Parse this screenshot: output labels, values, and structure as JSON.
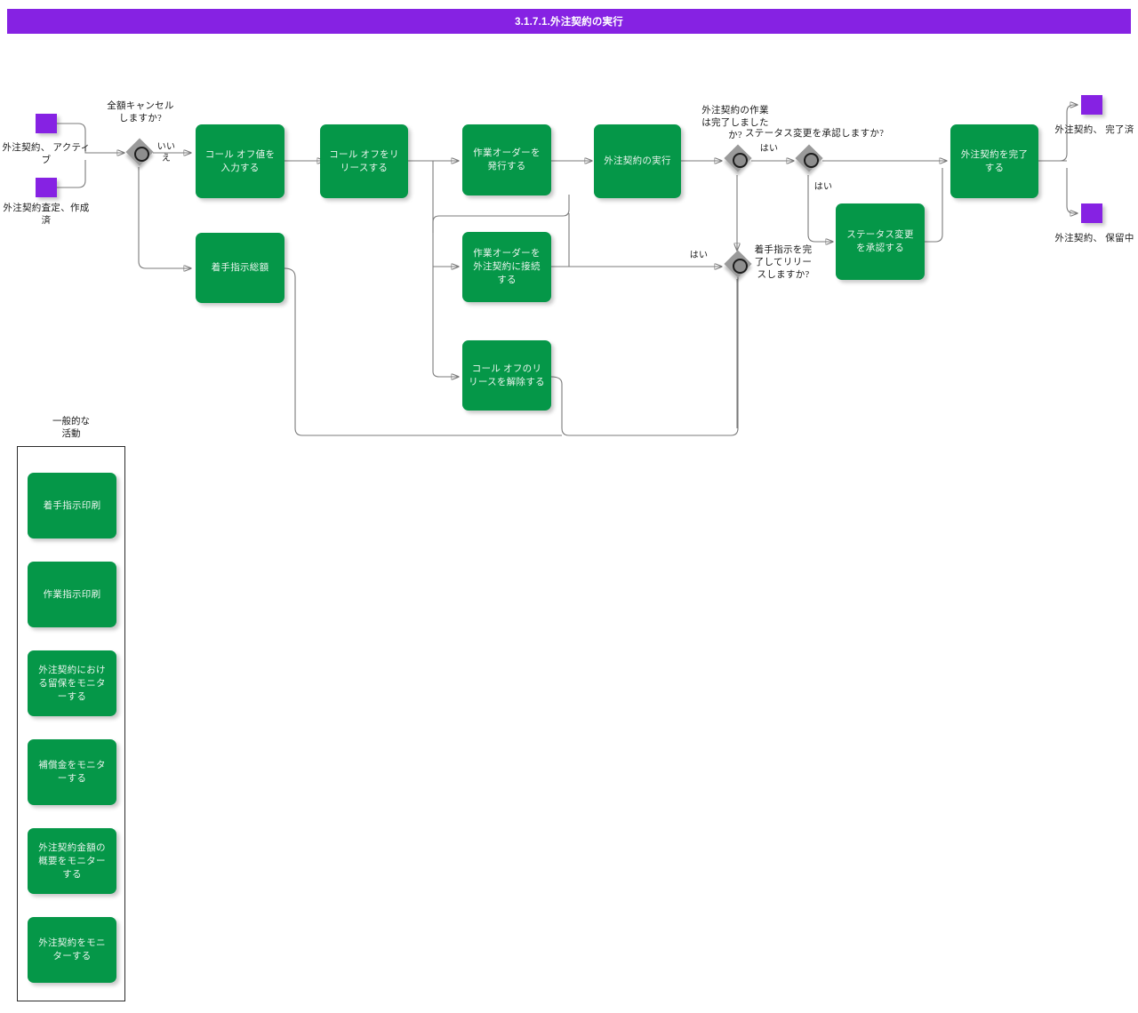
{
  "header": {
    "title": "3.1.7.1.外注契約の実行",
    "bar_color": "#8622E3",
    "text_color": "#ffffff"
  },
  "theme": {
    "task_fill": "#059748",
    "task_text": "#eaf5ee",
    "event_fill": "#8622E3",
    "gateway_fill": "#9a9a9a",
    "connector": "#7b7b7b",
    "label_text": "#1a1a1a",
    "panel_border": "#2b2b2b",
    "page_background": "#ffffff"
  },
  "diagram": {
    "type": "bpmn-flowchart",
    "start_events": [
      {
        "id": "start-active",
        "label": "外注契約、 アクティブ"
      },
      {
        "id": "start-assessed",
        "label": "外注契約査定、作成済"
      }
    ],
    "end_events": [
      {
        "id": "end-completed",
        "label": "外注契約、 完了済"
      },
      {
        "id": "end-onhold",
        "label": "外注契約、 保留中"
      }
    ],
    "gateways": [
      {
        "id": "gw-cancel-all",
        "label": "全額キャンセルしますか?"
      },
      {
        "id": "gw-work-complete",
        "label": "外注契約の作業は完了しましたか?"
      },
      {
        "id": "gw-approve-status",
        "label": "ステータス変更を承認しますか?"
      },
      {
        "id": "gw-complete-release",
        "label": "着手指示を完了してリリースしますか?"
      }
    ],
    "tasks": [
      {
        "id": "task-enter-calloff",
        "label": "コール オフ値を入力する"
      },
      {
        "id": "task-start-total",
        "label": "着手指示総額"
      },
      {
        "id": "task-release-calloff",
        "label": "コール オフをリリースする"
      },
      {
        "id": "task-issue-workorder",
        "label": "作業オーダーを発行する"
      },
      {
        "id": "task-connect-workorder",
        "label": "作業オーダーを外注契約に接続する"
      },
      {
        "id": "task-unrelease-calloff",
        "label": "コール オフのリリースを解除する"
      },
      {
        "id": "task-execute-contract",
        "label": "外注契約の実行"
      },
      {
        "id": "task-approve-status",
        "label": "ステータス変更を承認する"
      },
      {
        "id": "task-complete-contract",
        "label": "外注契約を完了する"
      }
    ],
    "flow_labels": {
      "no_cancel": "いいえ",
      "yes_work_complete": "はい",
      "yes_approve": "はい",
      "yes_release": "はい"
    }
  },
  "panel": {
    "title": "一般的な\n活動",
    "title_line1": "一般的な",
    "title_line2": "活動",
    "items": [
      {
        "id": "activity-print-start-order",
        "label": "着手指示印刷"
      },
      {
        "id": "activity-print-work-order",
        "label": "作業指示印刷"
      },
      {
        "id": "activity-monitor-retention",
        "label": "外注契約における留保をモニターする"
      },
      {
        "id": "activity-monitor-compensation",
        "label": "補償金をモニターする"
      },
      {
        "id": "activity-monitor-amount-summary",
        "label": "外注契約金額の概要をモニターする"
      },
      {
        "id": "activity-monitor-contract",
        "label": "外注契約をモニターする"
      }
    ]
  }
}
